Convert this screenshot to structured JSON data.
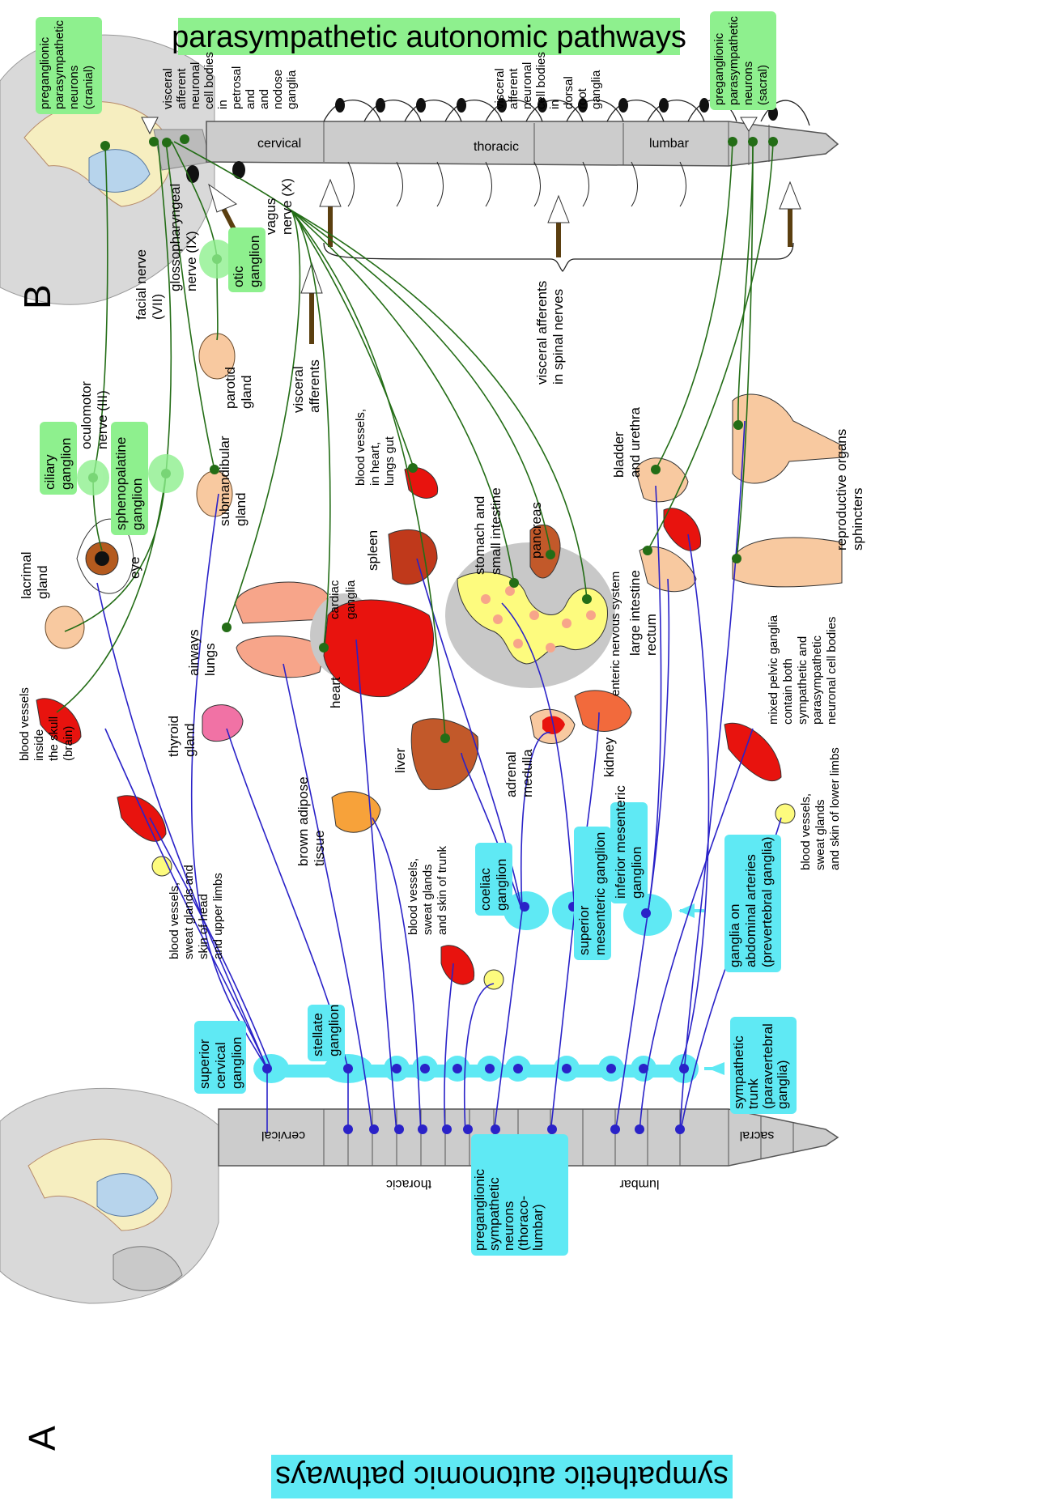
{
  "titles": {
    "parasympathetic": "parasympathetic autonomic pathways",
    "sympathetic": "sympathetic autonomic pathways"
  },
  "panels": {
    "a": "A",
    "b": "B"
  },
  "cord_regions": {
    "para": [
      "cervical",
      "thoracic",
      "lumbar"
    ],
    "sym": [
      "cervical",
      "thoracic",
      "lumbar",
      "sacral"
    ]
  },
  "labels": {
    "pre_para_cranial": [
      "preganglionic",
      "parasympathetic",
      "neurons",
      "(cranial)"
    ],
    "visceral_petrosal": [
      "visceral",
      "afferent",
      "neuronal",
      "cell bodies",
      "in",
      "petrosal",
      "and",
      "and",
      "nodose",
      "ganglia"
    ],
    "visceral_drg": [
      "visceral",
      "afferent",
      "neuronal",
      "cell bodies",
      "in",
      "dorsal",
      "root",
      "ganglia"
    ],
    "pre_para_sacral": [
      "preganglionic",
      "parasympathetic",
      "neurons",
      "(sacral)"
    ],
    "facial_nerve": [
      "facial nerve",
      "(VII)"
    ],
    "oculomotor": [
      "oculomotor",
      "nerve (III)"
    ],
    "glossopharyngeal": [
      "glossopharyngeal",
      "nerve (IX)"
    ],
    "otic": [
      "otic",
      "ganglion"
    ],
    "vagus": [
      "vagus",
      "nerve (X)"
    ],
    "visceral_afferents": [
      "visceral",
      "afferents"
    ],
    "visceral_afferents_spinal": [
      "visceral afferents",
      "in spinal nerves"
    ],
    "ciliary": [
      "ciliary",
      "ganglion"
    ],
    "sphenopalatine": [
      "sphenopalatine",
      "ganglion"
    ],
    "submandibular": [
      "submandibular",
      "gland"
    ],
    "parotid": [
      "parotid",
      "gland"
    ],
    "lacrimal": [
      "lacrimal",
      "gland"
    ],
    "eye": [
      "eye"
    ],
    "airways": [
      "airways",
      "lungs"
    ],
    "cardiac": [
      "cardiac",
      "ganglia"
    ],
    "heart": [
      "heart"
    ],
    "spleen": [
      "spleen"
    ],
    "bv_heart": [
      "blood vessels,",
      "in heart,",
      "lungs gut"
    ],
    "stomach": [
      "stomach and",
      "small intestine"
    ],
    "pancreas": [
      "pancreas"
    ],
    "enteric": [
      "enteric nervous system"
    ],
    "bladder": [
      "bladder",
      "and urethra"
    ],
    "reproductive": [
      "reproductive organs",
      "sphincters"
    ],
    "large_intestine": [
      "large intestine",
      "rectum"
    ],
    "mixed_pelvic": [
      "mixed pelvic ganglia",
      "contain both",
      "sympathetic and",
      "parasympathetic",
      "neuronal cell bodies"
    ],
    "bv_brain": [
      "blood vessels",
      "inside",
      "the skull",
      "(brain)"
    ],
    "thyroid": [
      "thyroid",
      "gland"
    ],
    "liver": [
      "liver"
    ],
    "adrenal": [
      "adrenal",
      "medulla"
    ],
    "kidney": [
      "kidney"
    ],
    "bv_lower": [
      "blood vessels,",
      "sweat glands",
      "and skin of lower limbs"
    ],
    "brown_adipose": [
      "brown adipose",
      "tissue"
    ],
    "bv_head": [
      "blood vessels,",
      "sweat glands and",
      "skin of  head",
      "and upper limbs"
    ],
    "bv_trunk": [
      "blood vessels,",
      "sweat glands",
      "and skin of trunk"
    ],
    "coeliac": [
      "coeliac",
      "ganglion"
    ],
    "superior_mes": [
      "superior",
      "mesenteric ganglion"
    ],
    "inferior_mes": [
      "inferior mesenteric",
      "ganglion"
    ],
    "abdominal": [
      "ganglia on",
      "abdominal arteries",
      "(prevertebral ganglia)"
    ],
    "superior_cervical": [
      "superior",
      "cervical",
      "ganglion"
    ],
    "stellate": [
      "stellate",
      "ganglion"
    ],
    "sym_trunk": [
      "sympathetic",
      "trunk",
      "(paravertebral",
      "ganglia)"
    ],
    "pre_sym": [
      "preganglionic",
      "sympathetic",
      "neurons",
      "(thoraco-",
      "lumbar)"
    ]
  },
  "colors": {
    "para_green": "#236d16",
    "para_bg": "#8ef08e",
    "sym_blue": "#2a22c8",
    "sym_bg": "#5fe9f4",
    "cord": "#cccccc",
    "vessel": "#e8130e",
    "organ_peach": "#f8c9a0",
    "enteric_yellow": "#fdfb7e"
  }
}
